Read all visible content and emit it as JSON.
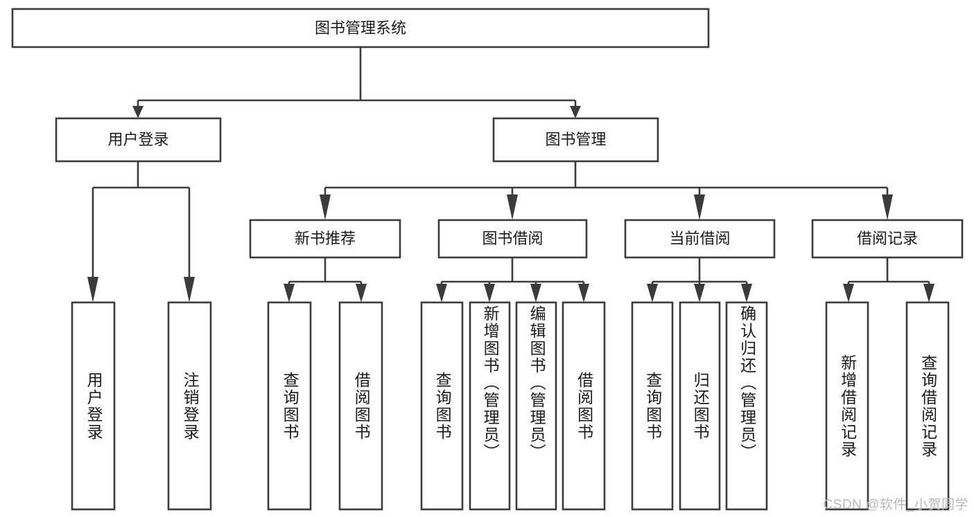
{
  "diagram": {
    "title": "图书管理系统",
    "type": "tree-hierarchy-diagram",
    "colors": {
      "stroke": "#3b3b3b",
      "fill": "#ffffff",
      "text": "#1b1b1b",
      "watermark": "#b9b9b9"
    },
    "root": {
      "label": "图书管理系统"
    },
    "level2": [
      {
        "label": "用户登录"
      },
      {
        "label": "图书管理"
      }
    ],
    "level3": [
      {
        "label": "新书推荐"
      },
      {
        "label": "图书借阅"
      },
      {
        "label": "当前借阅"
      },
      {
        "label": "借阅记录"
      }
    ],
    "leaves": {
      "user_login": [
        {
          "label": "用户登录"
        },
        {
          "label": "注销登录"
        }
      ],
      "new_book_recommend": [
        {
          "label": "查询图书"
        },
        {
          "label": "借阅图书"
        }
      ],
      "book_borrow": [
        {
          "label": "查询图书"
        },
        {
          "label": "新增图书（管理员）"
        },
        {
          "label": "编辑图书（管理员）"
        },
        {
          "label": "借阅图书"
        }
      ],
      "current_borrow": [
        {
          "label": "查询图书"
        },
        {
          "label": "归还图书"
        },
        {
          "label": "确认归还（管理员）"
        }
      ],
      "borrow_record": [
        {
          "label": "新增借阅记录"
        },
        {
          "label": "查询借阅记录"
        }
      ]
    }
  },
  "watermark": {
    "text": "CSDN @软件_小贺同学"
  }
}
